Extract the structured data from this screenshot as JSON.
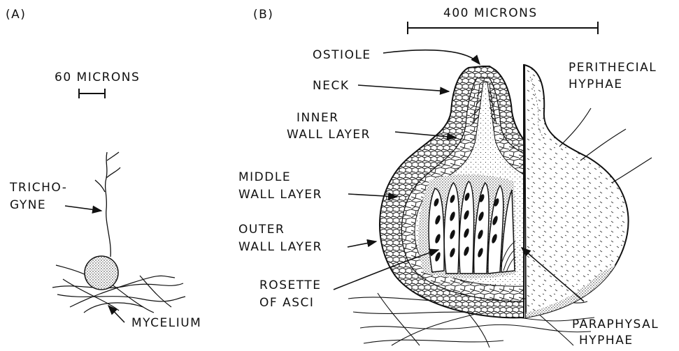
{
  "panel_a": {
    "label": "(A)",
    "scale_bar": "60 MICRONS",
    "labels": {
      "trichogyne_line1": "TRICHO-",
      "trichogyne_line2": "GYNE",
      "mycelium": "MYCELIUM"
    }
  },
  "panel_b": {
    "label": "(B)",
    "scale_bar": "400 MICRONS",
    "labels": {
      "ostiole": "OSTIOLE",
      "neck": "NECK",
      "inner_line1": "INNER",
      "inner_line2": "WALL LAYER",
      "middle_line1": "MIDDLE",
      "middle_line2": "WALL LAYER",
      "outer_line1": "OUTER",
      "outer_line2": "WALL LAYER",
      "rosette_line1": "ROSETTE",
      "rosette_line2": "OF ASCI",
      "perithecial_line1": "PERITHECIAL",
      "perithecial_line2": "HYPHAE",
      "paraphysal_line1": "PARAPHYSAL",
      "paraphysal_line2": "HYPHAE"
    }
  }
}
